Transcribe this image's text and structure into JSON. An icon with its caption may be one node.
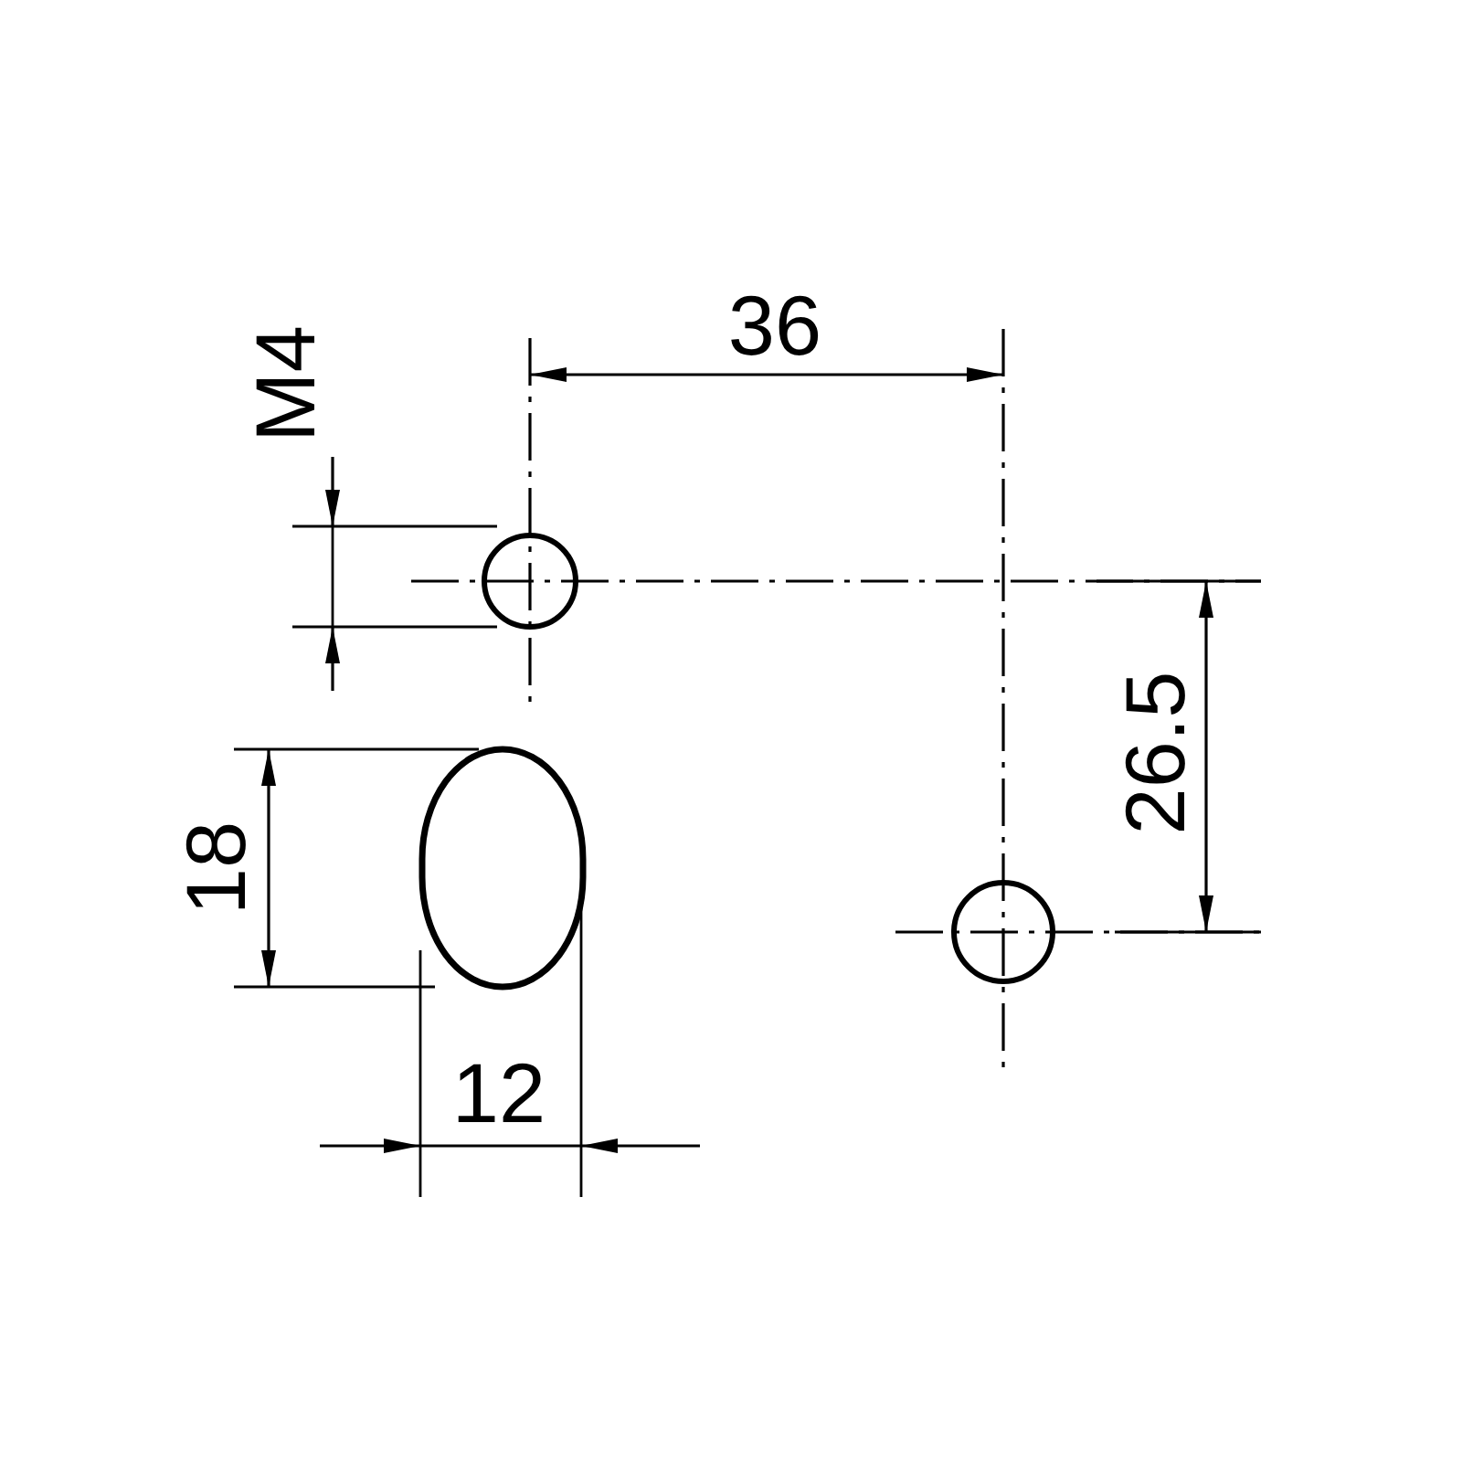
{
  "diagram": {
    "labels": [
      "36",
      "M4",
      "26.5",
      "18",
      "12"
    ]
  }
}
